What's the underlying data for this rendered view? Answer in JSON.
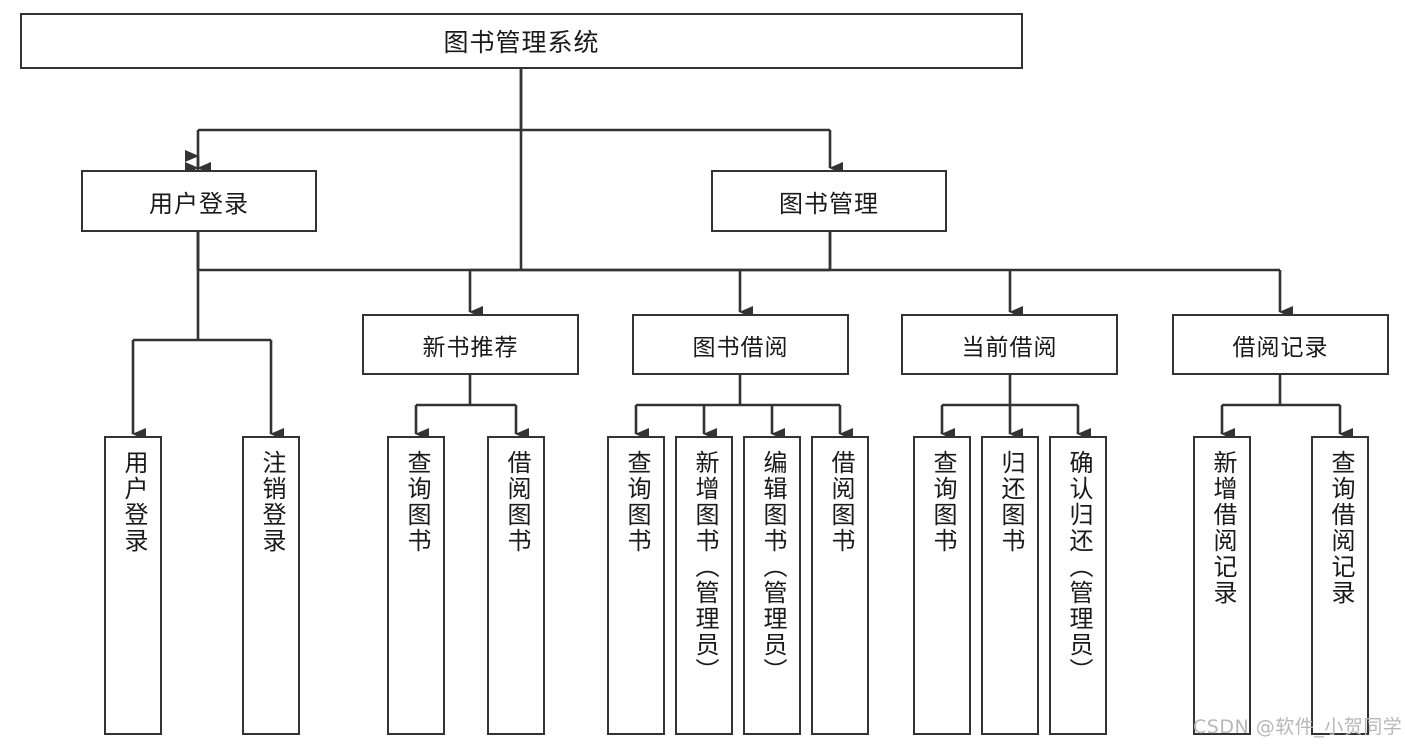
{
  "diagram": {
    "type": "tree",
    "title": "图书管理系统",
    "orientation": "top-down",
    "stroke_color": "#333333",
    "fill_color": "#ffffff",
    "background": "#ffffff"
  },
  "nodes": {
    "root": {
      "label": "图书管理系统",
      "level": 1
    },
    "user_login": {
      "label": "用户登录",
      "level": 2
    },
    "book_manage": {
      "label": "图书管理",
      "level": 2
    },
    "new_book_rec": {
      "label": "新书推荐",
      "level": 3
    },
    "book_borrow": {
      "label": "图书借阅",
      "level": 3
    },
    "current_borrow": {
      "label": "当前借阅",
      "level": 3
    },
    "borrow_record": {
      "label": "借阅记录",
      "level": 3
    },
    "leaf_user_login": {
      "label": "用户登录",
      "level": 4
    },
    "leaf_logout": {
      "label": "注销登录",
      "level": 4
    },
    "leaf_query_book_1": {
      "label": "查询图书",
      "level": 4
    },
    "leaf_borrow_book_1": {
      "label": "借阅图书",
      "level": 4
    },
    "leaf_query_book_2": {
      "label": "查询图书",
      "level": 4
    },
    "leaf_add_book": {
      "label": "新增图书（管理员）",
      "level": 4
    },
    "leaf_edit_book": {
      "label": "编辑图书（管理员）",
      "level": 4
    },
    "leaf_borrow_book_2": {
      "label": "借阅图书",
      "level": 4
    },
    "leaf_query_book_3": {
      "label": "查询图书",
      "level": 4
    },
    "leaf_return_book": {
      "label": "归还图书",
      "level": 4
    },
    "leaf_confirm_return": {
      "label": "确认归还（管理员）",
      "level": 4
    },
    "leaf_add_record": {
      "label": "新增借阅记录",
      "level": 4
    },
    "leaf_query_record": {
      "label": "查询借阅记录",
      "level": 4
    }
  },
  "watermark": {
    "text": "CSDN @软件_小贺同学"
  }
}
